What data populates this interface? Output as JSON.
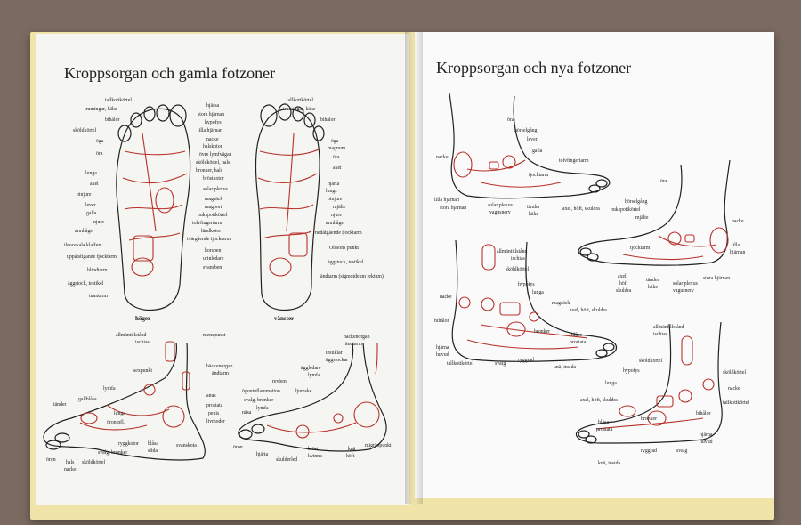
{
  "left_page": {
    "title": "Kroppsorgan och gamla fotzoner",
    "soles": {
      "left_labels": [
        "tallkottkörtel",
        "trumingar, käke",
        "bihålor",
        "sköldkörtel",
        "öga",
        "öra",
        "lunga",
        "axel",
        "binjure",
        "lever",
        "galla",
        "njure",
        "armbåge",
        "ileocekala klaffen",
        "uppåtstigande tjocktarm",
        "blindtarm",
        "äggstock, testikel",
        "tunntarm"
      ],
      "center_labels": [
        "hjässa",
        "stora hjärnan",
        "hypofys",
        "lilla hjärnan",
        "nacke",
        "halskotor",
        "övre lymfvägar",
        "sköldkörtel, hals",
        "bronker, hals",
        "bröstkotor",
        "solar plexus",
        "magsäck",
        "magport",
        "bukspottkörtel",
        "tolvfingertarm",
        "ländkotor",
        "tvärgående tjocktarm",
        "korsben",
        "urinledare",
        "svansben"
      ],
      "right_labels": [
        "tallkottkörtel",
        "trumingar, käke",
        "bihålor",
        "öga",
        "magnum",
        "öra",
        "axel",
        "hjärta",
        "lungs",
        "binjure",
        "mjälte",
        "njure",
        "armbåge",
        "nedåtgående tjocktarm",
        "Olssons punkt",
        "äggstock, testikel",
        "ändtarm (sigmoideum rektum)"
      ],
      "foot_left_caption": "höger",
      "foot_right_caption": "vänster"
    },
    "side_left": {
      "labels": [
        "allmäntillstånd",
        "ischias",
        "menspunkt",
        "bäckenorgan",
        "ändtarm",
        "sexpunkt",
        "lymfa",
        "gallblåsa",
        "tänder",
        "lunga",
        "öroninfl.",
        "anus",
        "prostata",
        "penis",
        "livmoder",
        "ryggkotor",
        "svalg, bronker",
        "blåsa",
        "slida",
        "svanskota",
        "öron",
        "hals",
        "nacke",
        "sköldkörtel"
      ]
    },
    "side_right": {
      "labels": [
        "bäckenorgan",
        "ändtarm",
        "testiklar",
        "äggstockar",
        "äggledare",
        "lymfa",
        "revben",
        "ögoninflammation",
        "ljumske",
        "svalg, bronker",
        "lymfa",
        "näsa",
        "öron",
        "hjärta",
        "skulderled",
        "bröst",
        "kvinna",
        "knä",
        "höft",
        "migränpunkt"
      ]
    }
  },
  "right_page": {
    "title": "Kroppsorgan och nya fotzoner",
    "foot_a": {
      "labels": [
        "öra",
        "hörselgång",
        "lever",
        "galla",
        "nacke",
        "tolvfingertarm",
        "tjocktarm",
        "lilla hjärnan",
        "stora hjärnan",
        "solar plexus",
        "vagusnerv",
        "tänder",
        "käke",
        "axel, höft, skuldra"
      ]
    },
    "foot_b": {
      "labels": [
        "öra",
        "hörselgång",
        "bukspottkörtel",
        "mjälte",
        "nacke",
        "lilla",
        "hjärnan",
        "tjocktarm",
        "axel",
        "höft",
        "skuldra",
        "tänder",
        "käke",
        "solar plexus",
        "vagusnerv",
        "stora hjärnan"
      ]
    },
    "foot_c": {
      "labels": [
        "allmäntillstånd",
        "ischias",
        "sköldkörtel",
        "nacke",
        "hypofys",
        "lunga",
        "magsäck",
        "axel, höft, skuldra",
        "bihålor",
        "bronker",
        "blåsa",
        "prostata",
        "hjärna",
        "huvud",
        "tallkottkörtel",
        "svalg",
        "ryggrad",
        "knä, insida"
      ]
    },
    "foot_d": {
      "labels": [
        "allmäntillstånd",
        "ischias",
        "sköldkörtel",
        "hypofys",
        "sköldkörtel",
        "lunga",
        "nacke",
        "axel, höft, skuldra",
        "tallkottkörtel",
        "bronker",
        "bihålor",
        "blåsa",
        "prostata",
        "hjärna",
        "huvud",
        "ryggrad",
        "svalg",
        "knä, insida"
      ]
    }
  },
  "colors": {
    "outline": "#222222",
    "zone": "#b8322a",
    "page": "#f7f7f5",
    "cover_edge": "#f0e4a8",
    "background": "#7a6a60"
  }
}
